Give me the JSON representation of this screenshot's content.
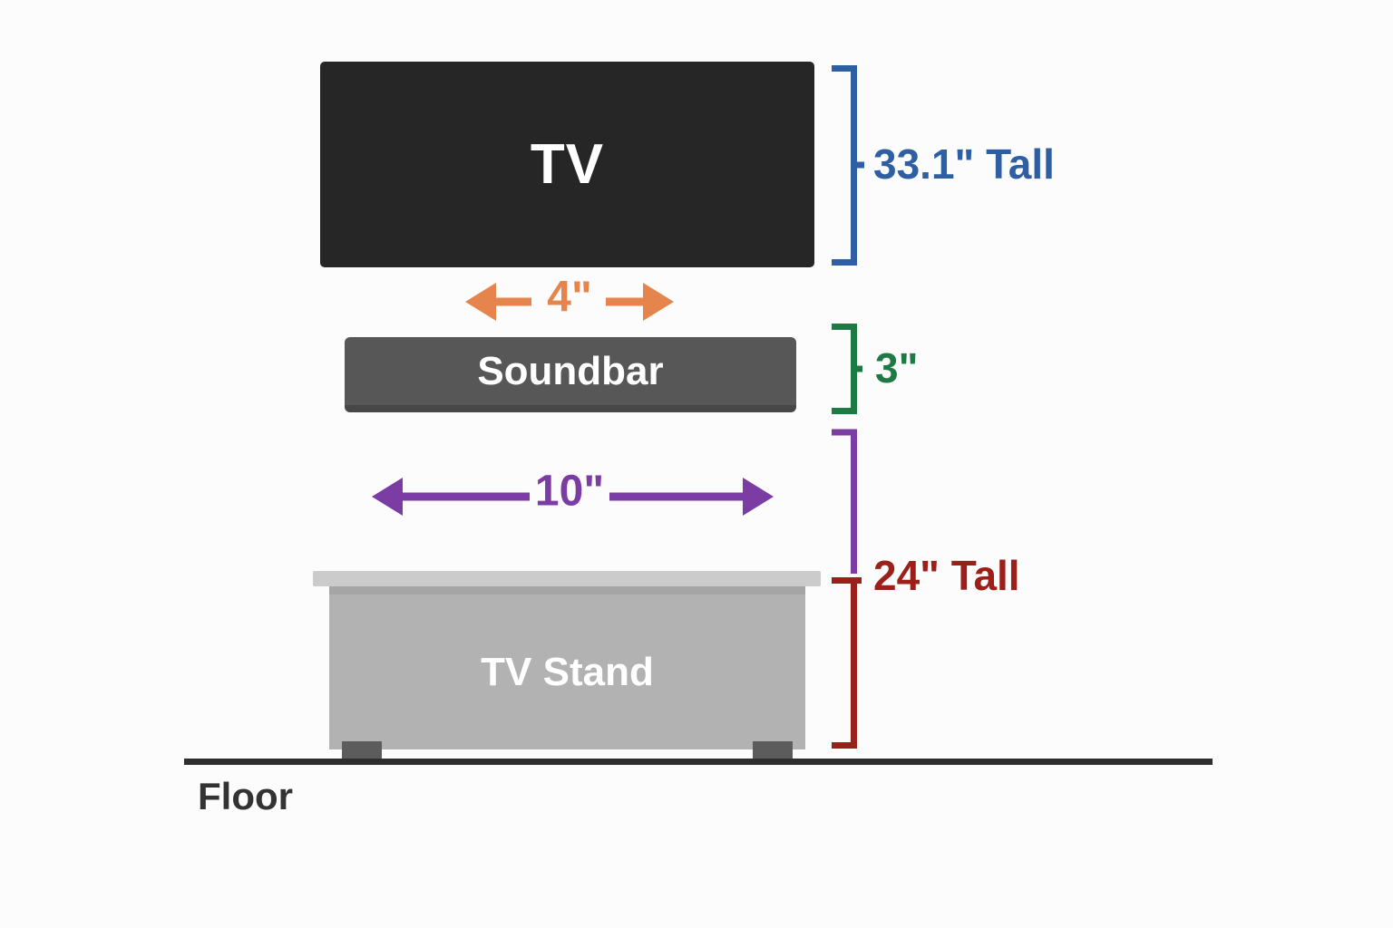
{
  "colors": {
    "background": "#fcfcfc",
    "tv_fill": "#262626",
    "soundbar_fill": "#575757",
    "soundbar_edge": "#474747",
    "stand_top_fill": "#cbcbcb",
    "stand_body_fill": "#b2b2b2",
    "stand_body_band": "#a5a5a5",
    "stand_foot_fill": "#5c5c5c",
    "floor_line": "#2e2e2e",
    "blue": "#2e5fa3",
    "green": "#1c7a42",
    "orange": "#e5854d",
    "purple": "#7b3da3",
    "red": "#9c1f1a",
    "floor_text": "#333333",
    "box_text": "#ffffff"
  },
  "tv": {
    "label": "TV",
    "height_label": "33.1\" Tall"
  },
  "soundbar": {
    "label": "Soundbar",
    "height_label": "3\"",
    "gap_above_tv_label": "4\""
  },
  "tv_stand": {
    "label": "TV Stand",
    "height_label": "24\" Tall",
    "gap_above_soundbar_label": "10\""
  },
  "floor": {
    "label": "Floor"
  }
}
